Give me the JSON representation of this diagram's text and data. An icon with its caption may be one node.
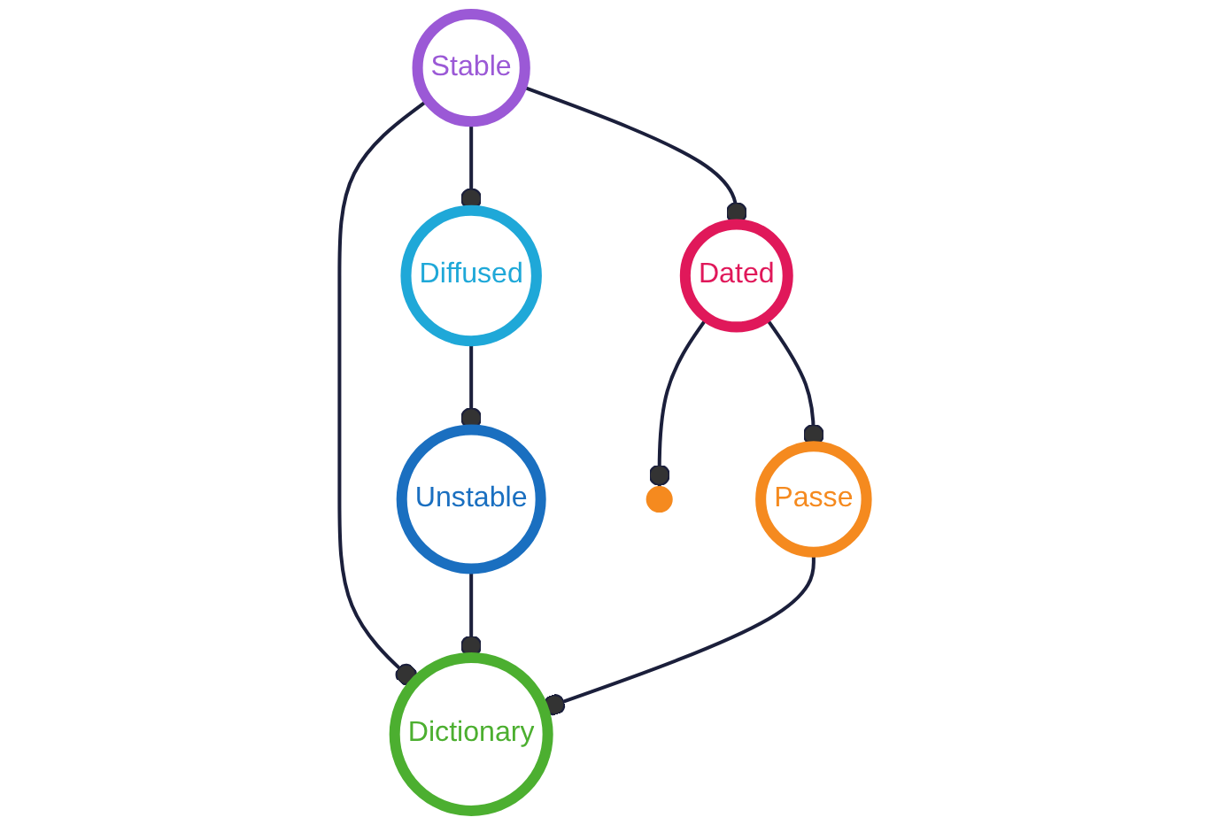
{
  "diagram": {
    "nodes": [
      {
        "text": [
          "Stable"
        ]
      },
      {
        "text": [
          "Diffused"
        ]
      },
      {
        "text": [
          "Dated"
        ]
      },
      {
        "text": [
          "Unstable"
        ]
      },
      {
        "text": [
          "Dictionary"
        ]
      },
      {
        "text": [
          "Passe"
        ]
      }
    ],
    "edges": [
      {
        "from": 0,
        "to": 1,
        "arrow": "other"
      },
      {
        "from": 0,
        "to": 2,
        "arrow": "other"
      },
      {
        "from": 0,
        "to": 4,
        "arrow": "other"
      },
      {
        "from": 1,
        "to": 3,
        "arrow": "other"
      },
      {
        "from": 2,
        "to": 5,
        "arrow": "other"
      },
      {
        "from": 2,
        "to": null,
        "arrow": "other"
      },
      {
        "from": 3,
        "to": 4,
        "arrow": "other"
      },
      {
        "from": 5,
        "to": 4,
        "arrow": "other"
      }
    ]
  }
}
